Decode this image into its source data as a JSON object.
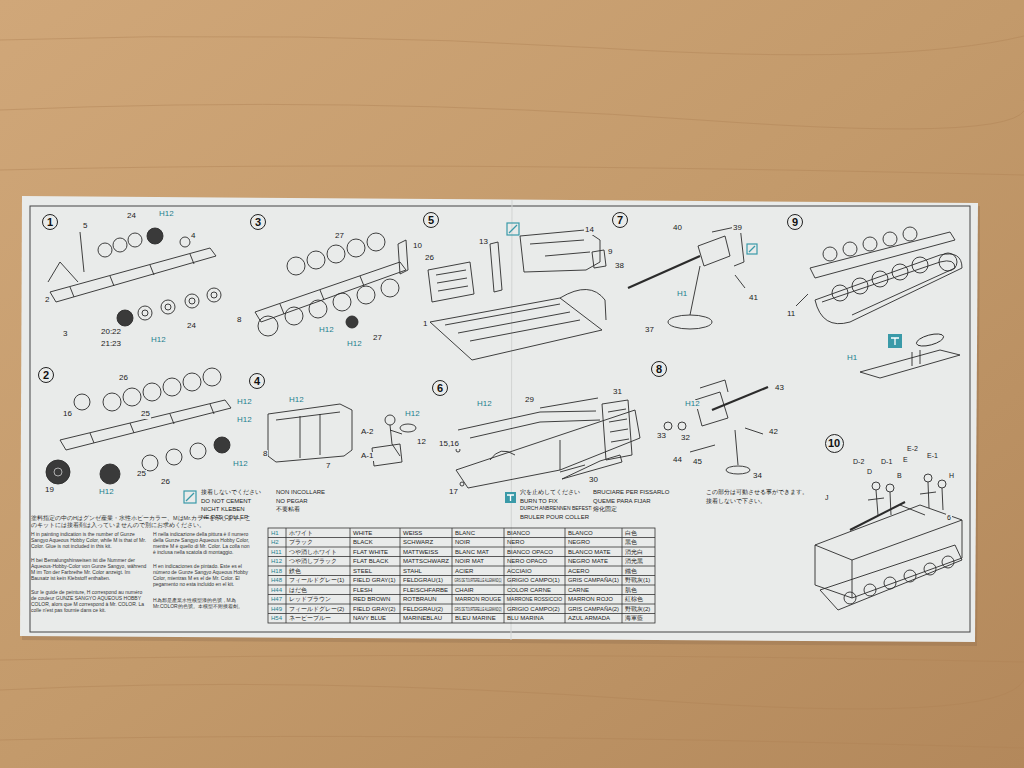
{
  "diagram": {
    "nodes": [
      {
        "text": [
          "1"
        ]
      },
      {
        "text": [
          "2"
        ]
      },
      {
        "text": [
          "3"
        ]
      },
      {
        "text": [
          "4"
        ]
      },
      {
        "text": [
          "5"
        ]
      },
      {
        "text": [
          "6"
        ]
      },
      {
        "text": [
          "7"
        ]
      },
      {
        "text": [
          "8"
        ]
      },
      {
        "text": [
          "9"
        ]
      },
      {
        "text": [
          "10"
        ]
      }
    ],
    "labels": [
      "5",
      "24",
      "H12",
      "4",
      "2",
      "3",
      "20:22",
      "21:23",
      "H12",
      "24",
      "16",
      "26",
      "25",
      "H12",
      "H12",
      "H12",
      "19",
      "H12",
      "25",
      "26",
      "27",
      "10",
      "8",
      "H12",
      "H12",
      "27",
      "H12",
      "8",
      "7",
      "H12",
      "12",
      "A-2",
      "A-1",
      "26",
      "13",
      "14",
      "9",
      "1",
      "H12",
      "29",
      "31",
      "15,16",
      "17",
      "30",
      "40",
      "39",
      "38",
      "H1",
      "41",
      "37",
      "H12",
      "33",
      "32",
      "43",
      "42",
      "44",
      "45",
      "34",
      "11",
      "H1",
      "D-2",
      "D",
      "D-1",
      "E-2",
      "E",
      "E-1",
      "H",
      "J",
      "B",
      "6",
      "接着しないでください",
      "DO NOT CEMENT",
      "NICHT KLEBEN",
      "NE PAS COLLER",
      "NON INCOLLARE",
      "NO PEGAR",
      "不要粘着",
      "穴を止めしてください",
      "BURN TO FIX",
      "DURCH ANBRENNEN BEFESTIGEN",
      "BRULER POUR COLLER",
      "BRUCIARE PER FISSARLO",
      "QUEME PARA FIJAR",
      "熔化固定",
      "この部分は可動させる事ができます。",
      "接着しないで下さい。",
      "塗料指定の中のHはグンゼ産業・水性ホビーカラー、MはMr.カラーを示します。このキットには接着剤は入っていませんので別にお求めください。",
      "H in painting indication is the number of Gunze Sangyo Aqueous Hobby Color, while M is that of Mr. Color. Glue is not included in this kit.",
      "H bei Bemalungshinweisen ist die Nummer der Aqueous-Hobby-Color von Gunze Sangyo, während M im Ton der Farbreihe Mr. Color anzeigt. Im Bausatz ist kein Klebstoff enthalten.",
      "Sur le guide de peinture, H correspond au numéro de couleur GUNZE SANGYO AQUEOUS HOBBY COLOR, alors que M correspond à Mr. COLOR. La colle n'est pas fournie dans ce kit.",
      "H nella indicazione della pittura è il numero della Gunze Sangyo Aqueous Hobby Color, mentre M è quello di Mr. Color. La colla non è inclusa nella scatola di montaggio.",
      "H en indicaciones de pintado. Este es el número de Gunze Sangyo Aqueous Hobby Color, mientras M es el de Mr. Color. El pegamento no esta incluido en el kit.",
      "H為郡是產業水性模型漆的色號，M為Mr.COLOR的色號。本模型不附接着劑。",
      "H1",
      "ホワイト",
      "WHITE",
      "WEISS",
      "BLANC",
      "BIANCO",
      "BLANCO",
      "白色",
      "H2",
      "ブラック",
      "BLACK",
      "SCHWARZ",
      "NOIR",
      "NERO",
      "NEGRO",
      "黑色",
      "H11",
      "つや消しホワイト",
      "FLAT WHITE",
      "MATTWEISS",
      "BLANC MAT",
      "BIANCO OPACO",
      "BLANCO MATE",
      "消光白",
      "H12",
      "つや消しブラック",
      "FLAT BLACK",
      "MATTSCHWARZ",
      "NOIR MAT",
      "NERO OPACO",
      "NEGRO MATE",
      "消光黑",
      "H18",
      "鉄色",
      "STEEL",
      "STAHL",
      "ACIER",
      "ACCIAIO",
      "ACERO",
      "鐵色",
      "H48",
      "フィールドグレー(1)",
      "FIELD GRAY(1)",
      "FELDGRAU(1)",
      "GRIS DE TOURTERELLE ALLEMAND(1)",
      "GRIGIO CAMPO(1)",
      "GRIS CAMPAÑA(1)",
      "野戰灰(1)",
      "H44",
      "はだ色",
      "FLESH",
      "FLEISCHFARBE",
      "CHAIR",
      "COLOR CARNE",
      "CARNE",
      "肌色",
      "H47",
      "レッドブラウン",
      "RED BROWN",
      "ROTBRAUN",
      "MARRON ROUGE",
      "MARRONE ROSSICCIO",
      "MARRON ROJO",
      "紅棕色",
      "H49",
      "フィールドグレー(2)",
      "FIELD GRAY(2)",
      "FELDGRAU(2)",
      "GRIS DE TOURTERELLE ALLEMAND(2)",
      "GRIGIO CAMPO(2)",
      "GRIS CAMPAÑA(2)",
      "野戰灰(2)",
      "H54",
      "ネービーブルー",
      "NAVY BLUE",
      "MARINEBLAU",
      "BLEU MARINE",
      "BLU MARINA",
      "AZUL ARMADA",
      "海軍藍"
    ]
  }
}
